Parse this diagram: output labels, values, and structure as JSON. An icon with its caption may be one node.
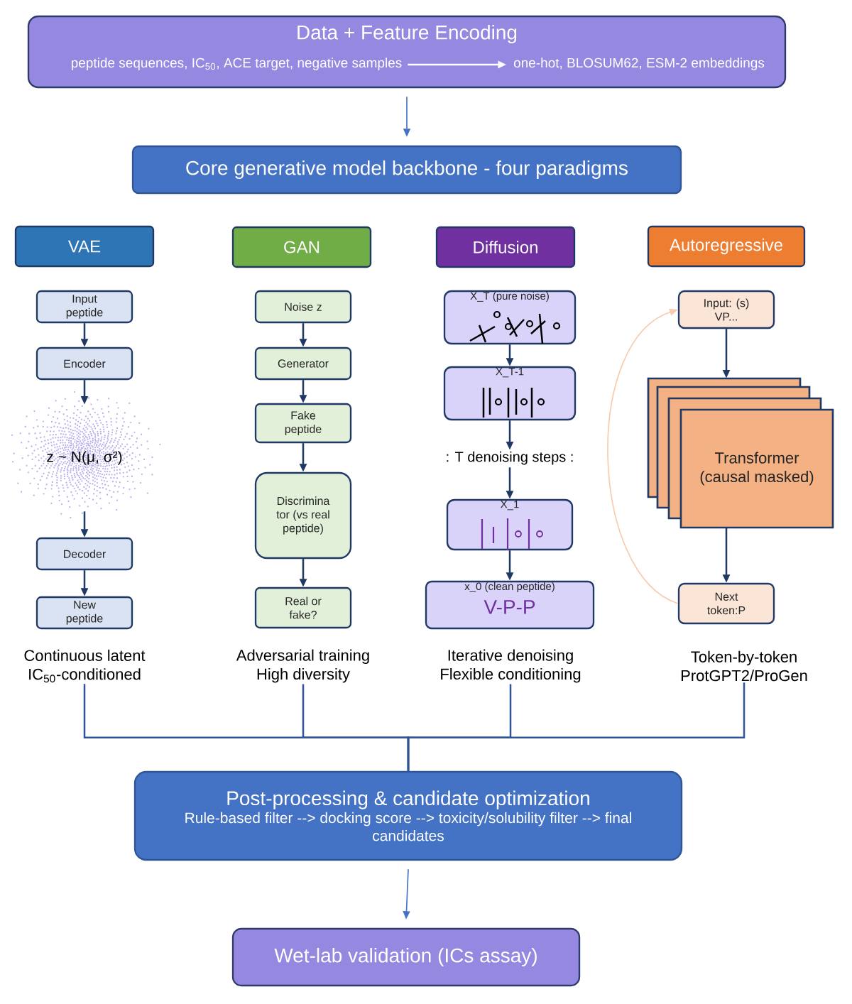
{
  "diagram": {
    "nodes": [
      {
        "text": [
          "Data + Feature Encoding"
        ]
      },
      {
        "text": [
          "peptide sequences, IC$_{50}$, ACE target, negative samples"
        ],
        "in": 0
      },
      {
        "text": [
          "one-hot, BLOSUM62, ESM-2 embeddings"
        ],
        "in": 0
      },
      {
        "text": [
          "Core generative model backbone - four paradigms"
        ]
      },
      {
        "text": [
          "VAE"
        ]
      },
      {
        "text": [
          "GAN"
        ]
      },
      {
        "text": [
          "Diffusion"
        ]
      },
      {
        "text": [
          "Autoregressive"
        ]
      },
      {
        "text": [
          "Input peptide"
        ]
      },
      {
        "text": [
          "Encoder"
        ]
      },
      {
        "text": [
          "z ~ N(μ, σ²)"
        ]
      },
      {
        "text": [
          "Decoder"
        ]
      },
      {
        "text": [
          "New peptide"
        ]
      },
      {
        "text": [
          "Noise z"
        ]
      },
      {
        "text": [
          "Generator"
        ]
      },
      {
        "text": [
          "Fake peptide"
        ]
      },
      {
        "text": [
          "Discrimina tor (vs real peptide)"
        ]
      },
      {
        "text": [
          "Real or fake?"
        ]
      },
      {
        "text": [
          "X_T (pure noise)"
        ]
      },
      {
        "text": [
          "X_T-1"
        ]
      },
      {
        "text": [
          ": T denoising steps :"
        ]
      },
      {
        "text": [
          "X_1"
        ]
      },
      {
        "text": [
          "x_0 (clean peptide)",
          "V-P-P"
        ]
      },
      {
        "text": [
          "Input: (s) VP..."
        ]
      },
      {
        "text": [
          "Transformer (causal masked)"
        ]
      },
      {
        "text": [
          "Next token:P"
        ]
      },
      {
        "text": [
          "Continuous latent IC$_{50}$-conditioned"
        ]
      },
      {
        "text": [
          "Adversarial training High diversity"
        ]
      },
      {
        "text": [
          "Iterative denoising Flexible conditioning"
        ]
      },
      {
        "text": [
          "Token-by-token ProtGPT2/ProGen"
        ]
      },
      {
        "text": [
          "Post-processing & candidate optimization",
          "Rule-based filter --> docking score --> toxicity/solubility filter --> final candidates"
        ]
      },
      {
        "text": [
          "Wet-lab validation (ICs assay)"
        ]
      }
    ],
    "edges": [
      {
        "from": 1,
        "to": 2,
        "arrow": "to",
        "color": "#ffffff"
      },
      {
        "from": 0,
        "to": 3,
        "arrow": "to",
        "color": "#4472c4"
      },
      {
        "from": 8,
        "to": 9,
        "arrow": "to"
      },
      {
        "from": 9,
        "to": 10,
        "arrow": "to"
      },
      {
        "from": 10,
        "to": 11,
        "arrow": "to"
      },
      {
        "from": 11,
        "to": 12,
        "arrow": "to"
      },
      {
        "from": 13,
        "to": 14,
        "arrow": "to"
      },
      {
        "from": 14,
        "to": 15,
        "arrow": "to"
      },
      {
        "from": 15,
        "to": 16,
        "arrow": "to"
      },
      {
        "from": 16,
        "to": 17,
        "arrow": "to"
      },
      {
        "from": 18,
        "to": 19,
        "arrow": "to"
      },
      {
        "from": 19,
        "to": 20,
        "arrow": "to"
      },
      {
        "from": 20,
        "to": 21,
        "arrow": "to"
      },
      {
        "from": 21,
        "to": 22,
        "arrow": "to"
      },
      {
        "from": 23,
        "to": 24,
        "arrow": "to"
      },
      {
        "from": 24,
        "to": 25,
        "arrow": "to"
      },
      {
        "from": 25,
        "to": 23,
        "arrow": "to",
        "color": "#f8cbad"
      },
      {
        "from": 26,
        "to": 30,
        "arrow": "none",
        "color": "#2f5597"
      },
      {
        "from": 27,
        "to": 30,
        "arrow": "none",
        "color": "#2f5597"
      },
      {
        "from": 28,
        "to": 30,
        "arrow": "none",
        "color": "#2f5597"
      },
      {
        "from": 29,
        "to": 30,
        "arrow": "none",
        "color": "#2f5597"
      },
      {
        "from": 30,
        "to": 31,
        "arrow": "to",
        "color": "#4472c4"
      }
    ]
  }
}
